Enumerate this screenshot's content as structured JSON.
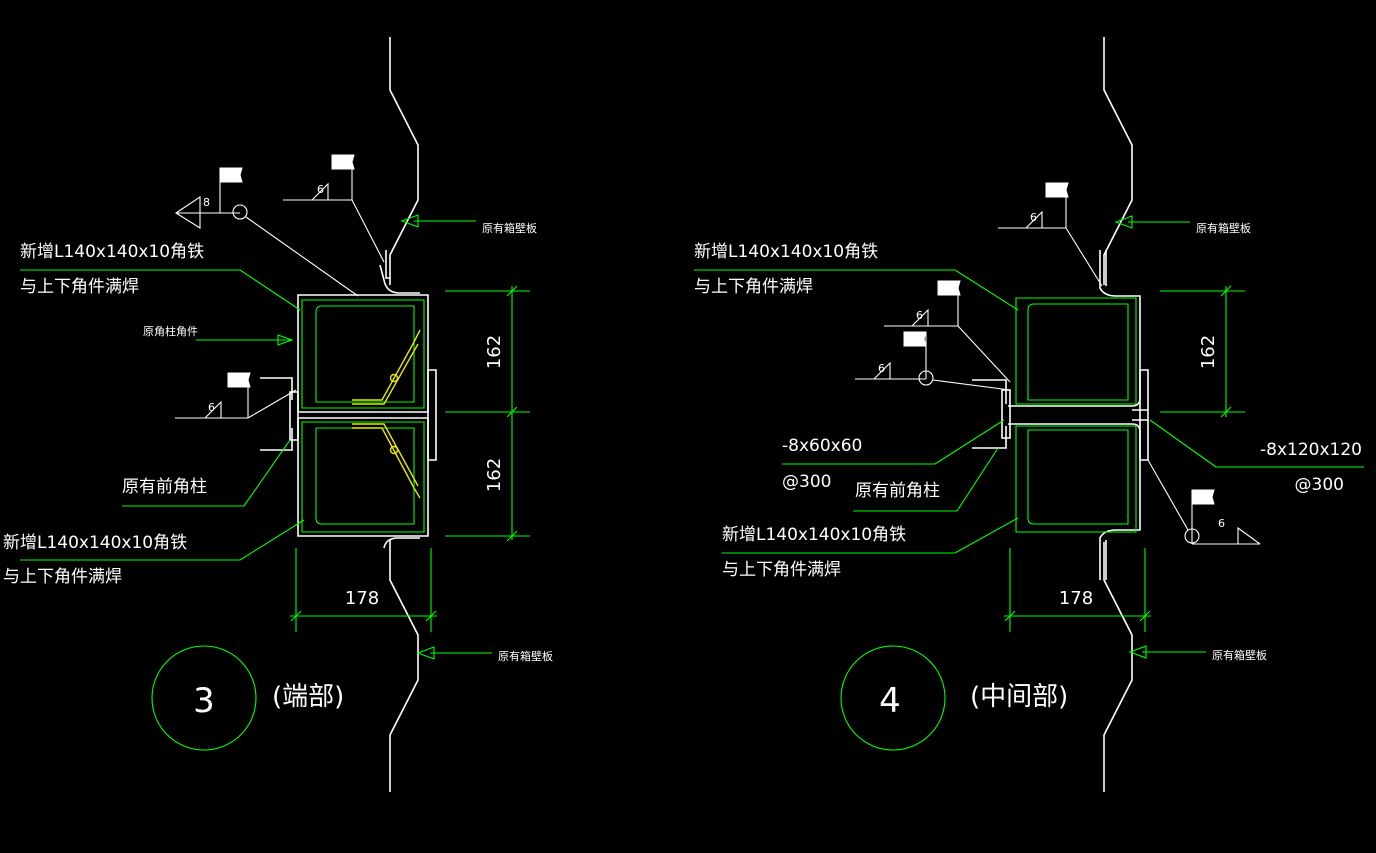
{
  "colors": {
    "background": "#000000",
    "lines": "#ffffff",
    "dims": "#00ff00",
    "welds": "#e8e800"
  },
  "detail3": {
    "number": "3",
    "caption": "(端部)",
    "label_new_angle": "新增L140x140x10角铁",
    "label_weld": "与上下角件满焊",
    "label_new_angle_2": "新增L140x140x10角铁",
    "label_weld_2": "与上下角件满焊",
    "label_orig_corner_piece": "原角柱角件",
    "label_orig_front_post": "原有前角柱",
    "label_orig_wall_panel": "原有箱壁板",
    "weld_8": "8",
    "weld_6_top": "6",
    "weld_6_mid": "6",
    "dim_162_top": "162",
    "dim_162_bottom": "162",
    "dim_178": "178"
  },
  "detail4": {
    "number": "4",
    "caption": "(中间部)",
    "label_new_angle": "新增L140x140x10角铁",
    "label_weld": "与上下角件满焊",
    "label_new_angle_2": "新增L140x140x10角铁",
    "label_weld_2": "与上下角件满焊",
    "label_orig_front_post": "原有前角柱",
    "label_orig_wall_panel_top": "原有箱壁板",
    "label_orig_wall_panel_bottom": "原有箱壁板",
    "plate_left": "-8x60x60",
    "plate_left_spacing": "@300",
    "plate_right": "-8x120x120",
    "plate_right_spacing": "@300",
    "weld_6_top": "6",
    "weld_6_a": "6",
    "weld_6_b": "6",
    "weld_6_right": "6",
    "dim_162": "162",
    "dim_178": "178"
  }
}
